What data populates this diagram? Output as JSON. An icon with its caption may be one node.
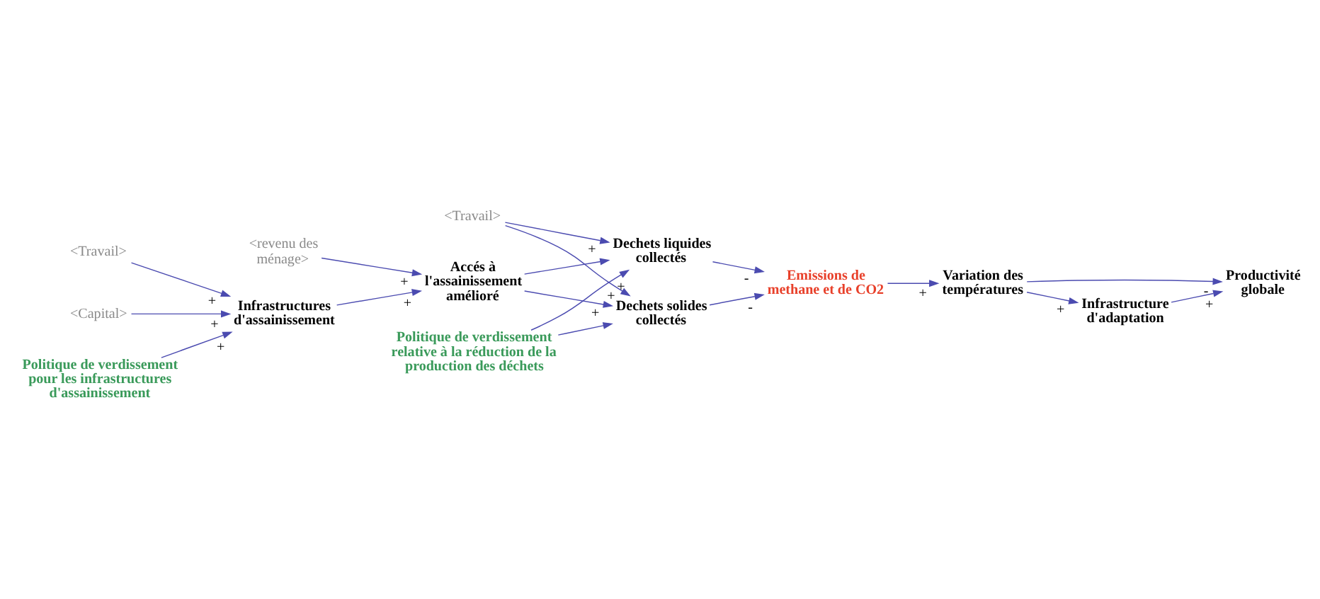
{
  "diagram": {
    "nodes": [
      {
        "text": [
          "<Travail>"
        ]
      },
      {
        "text": [
          "<revenu des ménage>"
        ]
      },
      {
        "text": [
          "<Travail>"
        ]
      },
      {
        "text": [
          "<Capital>"
        ]
      },
      {
        "text": [
          "Infrastructures d'assainissement"
        ]
      },
      {
        "text": [
          "Accés à l'assainissement amélioré"
        ]
      },
      {
        "text": [
          "Dechets liquides collectés"
        ]
      },
      {
        "text": [
          "Emissions de methane et de CO2"
        ]
      },
      {
        "text": [
          "Variation des températures"
        ]
      },
      {
        "text": [
          "Politique de verdissement pour les infrastructures d'assainissement"
        ]
      },
      {
        "text": [
          "Dechets solides collectés"
        ]
      },
      {
        "text": [
          "Infrastructure d'adaptation"
        ]
      },
      {
        "text": [
          "Politique de verdissement relative à la réduction de la production des déchets"
        ]
      },
      {
        "text": [
          "Productivité globale"
        ]
      }
    ],
    "edges": [
      {
        "from": 3,
        "to": 4,
        "arrow": "to",
        "label": "+"
      },
      {
        "from": 2,
        "to": 4,
        "arrow": "to",
        "label": "+"
      },
      {
        "from": 9,
        "to": 4,
        "arrow": "to",
        "label": "+"
      },
      {
        "from": 1,
        "to": 5,
        "arrow": "to",
        "label": "+"
      },
      {
        "from": 4,
        "to": 5,
        "arrow": "to",
        "label": "+"
      },
      {
        "from": 5,
        "to": 6,
        "arrow": "to"
      },
      {
        "from": 5,
        "to": 10,
        "arrow": "to",
        "label": "+"
      },
      {
        "from": 0,
        "to": 6,
        "arrow": "to",
        "label": "+"
      },
      {
        "from": 0,
        "to": 10,
        "arrow": "to",
        "label": "+"
      },
      {
        "from": 12,
        "to": 6,
        "arrow": "to",
        "label": "+"
      },
      {
        "from": 12,
        "to": 10,
        "arrow": "to"
      },
      {
        "from": 6,
        "to": 7,
        "arrow": "to",
        "label": "-"
      },
      {
        "from": 10,
        "to": 7,
        "arrow": "to",
        "label": "-"
      },
      {
        "from": 7,
        "to": 8,
        "arrow": "to",
        "label": "+"
      },
      {
        "from": 8,
        "to": 11,
        "arrow": "to",
        "label": "+"
      },
      {
        "from": 8,
        "to": 13,
        "arrow": "to",
        "label": "-"
      },
      {
        "from": 11,
        "to": 13,
        "arrow": "to",
        "label": "+"
      }
    ]
  }
}
